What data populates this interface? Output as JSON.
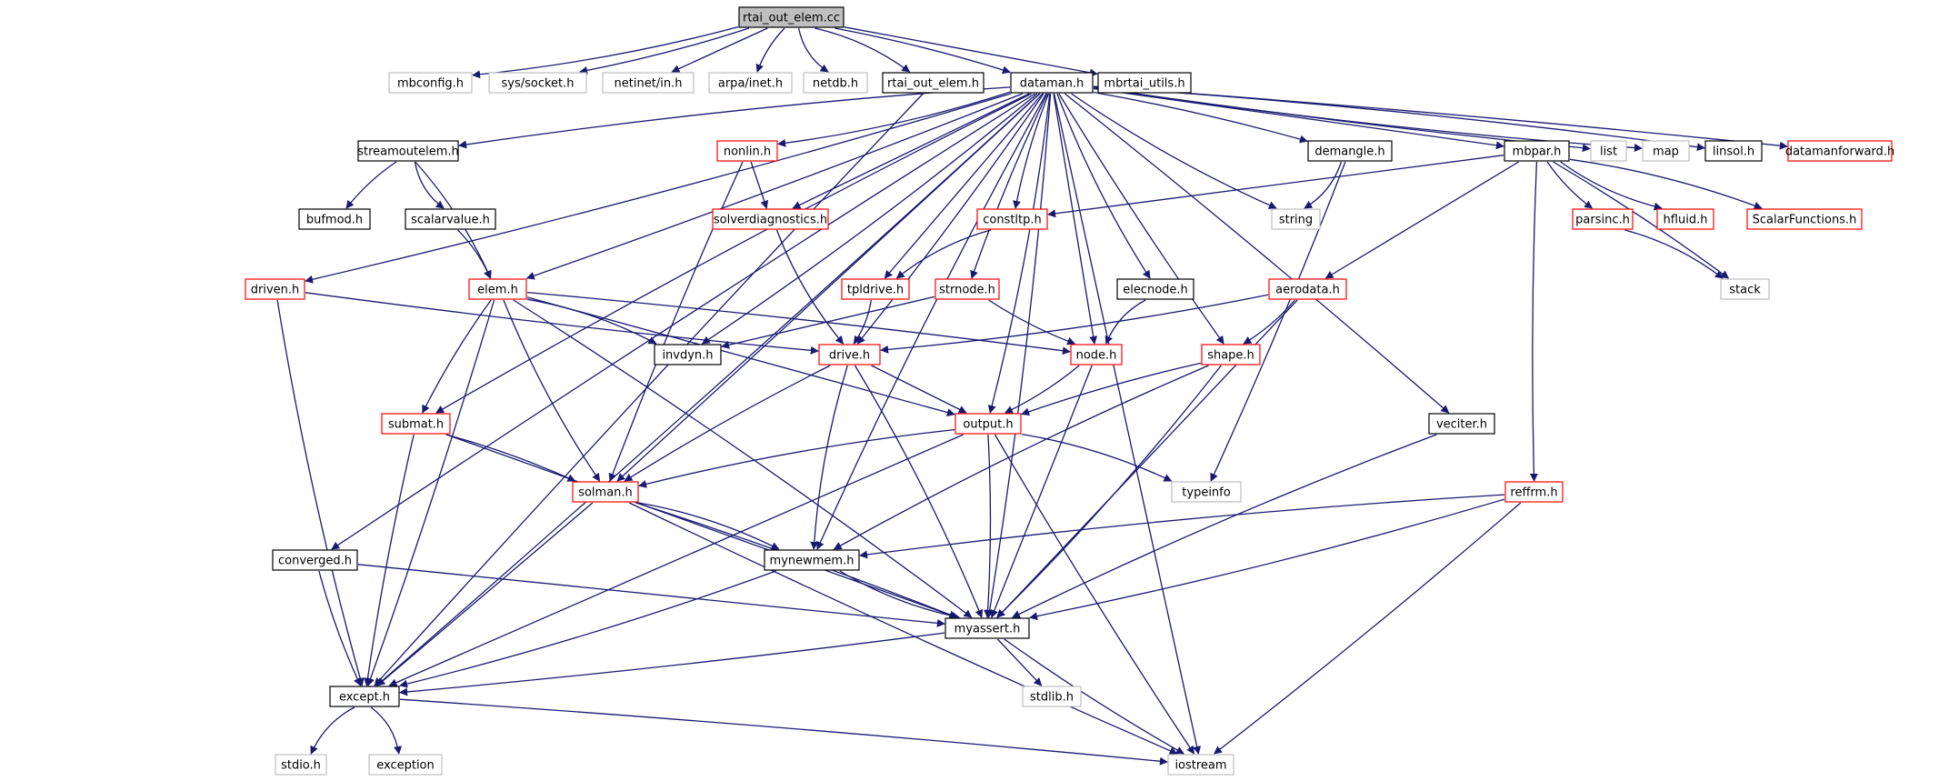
{
  "diagram": {
    "colors": {
      "edge": "#191970",
      "border_default": "#000000",
      "border_red": "#ff0000",
      "border_gray": "#bfbfbf",
      "root_fill": "#bfbfbf",
      "node_fill": "#ffffff"
    },
    "nodes": [
      {
        "id": "rtai_out_elem_cc",
        "label": "rtai_out_elem.cc",
        "style": "root"
      },
      {
        "id": "mbconfig_h",
        "label": "mbconfig.h",
        "style": "gray"
      },
      {
        "id": "sys_socket_h",
        "label": "sys/socket.h",
        "style": "gray"
      },
      {
        "id": "netinet_in_h",
        "label": "netinet/in.h",
        "style": "gray"
      },
      {
        "id": "arpa_inet_h",
        "label": "arpa/inet.h",
        "style": "gray"
      },
      {
        "id": "netdb_h",
        "label": "netdb.h",
        "style": "gray"
      },
      {
        "id": "rtai_out_elem_h",
        "label": "rtai_out_elem.h",
        "style": "black"
      },
      {
        "id": "dataman_h",
        "label": "dataman.h",
        "style": "black"
      },
      {
        "id": "mbrtai_utils_h",
        "label": "mbrtai_utils.h",
        "style": "black"
      },
      {
        "id": "streamoutelem_h",
        "label": "streamoutelem.h",
        "style": "black"
      },
      {
        "id": "nonlin_h",
        "label": "nonlin.h",
        "style": "red"
      },
      {
        "id": "demangle_h",
        "label": "demangle.h",
        "style": "black"
      },
      {
        "id": "mbpar_h",
        "label": "mbpar.h",
        "style": "black"
      },
      {
        "id": "list",
        "label": "list",
        "style": "gray"
      },
      {
        "id": "map",
        "label": "map",
        "style": "gray"
      },
      {
        "id": "linsol_h",
        "label": "linsol.h",
        "style": "black"
      },
      {
        "id": "datamanforward_h",
        "label": "datamanforward.h",
        "style": "red"
      },
      {
        "id": "bufmod_h",
        "label": "bufmod.h",
        "style": "black"
      },
      {
        "id": "scalarvalue_h",
        "label": "scalarvalue.h",
        "style": "black"
      },
      {
        "id": "solverdiagnostics_h",
        "label": "solverdiagnostics.h",
        "style": "red"
      },
      {
        "id": "constltp_h",
        "label": "constltp.h",
        "style": "red"
      },
      {
        "id": "string",
        "label": "string",
        "style": "gray"
      },
      {
        "id": "parsinc_h",
        "label": "parsinc.h",
        "style": "red"
      },
      {
        "id": "hfluid_h",
        "label": "hfluid.h",
        "style": "red"
      },
      {
        "id": "scalarfunctions_h",
        "label": "ScalarFunctions.h",
        "style": "red"
      },
      {
        "id": "driven_h",
        "label": "driven.h",
        "style": "red"
      },
      {
        "id": "elem_h",
        "label": "elem.h",
        "style": "red"
      },
      {
        "id": "tpldrive_h",
        "label": "tpldrive.h",
        "style": "red"
      },
      {
        "id": "strnode_h",
        "label": "strnode.h",
        "style": "red"
      },
      {
        "id": "elecnode_h",
        "label": "elecnode.h",
        "style": "black"
      },
      {
        "id": "aerodata_h",
        "label": "aerodata.h",
        "style": "red"
      },
      {
        "id": "stack",
        "label": "stack",
        "style": "gray"
      },
      {
        "id": "invdyn_h",
        "label": "invdyn.h",
        "style": "black"
      },
      {
        "id": "drive_h",
        "label": "drive.h",
        "style": "red"
      },
      {
        "id": "node_h",
        "label": "node.h",
        "style": "red"
      },
      {
        "id": "shape_h",
        "label": "shape.h",
        "style": "red"
      },
      {
        "id": "submat_h",
        "label": "submat.h",
        "style": "red"
      },
      {
        "id": "output_h",
        "label": "output.h",
        "style": "red"
      },
      {
        "id": "veciter_h",
        "label": "veciter.h",
        "style": "black"
      },
      {
        "id": "solman_h",
        "label": "solman.h",
        "style": "red"
      },
      {
        "id": "typeinfo",
        "label": "typeinfo",
        "style": "gray"
      },
      {
        "id": "reffrm_h",
        "label": "reffrm.h",
        "style": "red"
      },
      {
        "id": "converged_h",
        "label": "converged.h",
        "style": "black"
      },
      {
        "id": "mynewmem_h",
        "label": "mynewmem.h",
        "style": "black"
      },
      {
        "id": "myassert_h",
        "label": "myassert.h",
        "style": "black"
      },
      {
        "id": "except_h",
        "label": "except.h",
        "style": "black"
      },
      {
        "id": "stdlib_h",
        "label": "stdlib.h",
        "style": "gray"
      },
      {
        "id": "stdio_h",
        "label": "stdio.h",
        "style": "gray"
      },
      {
        "id": "exception",
        "label": "exception",
        "style": "gray"
      },
      {
        "id": "iostream",
        "label": "iostream",
        "style": "gray"
      }
    ],
    "edges": [
      [
        "rtai_out_elem_cc",
        "mbconfig_h"
      ],
      [
        "rtai_out_elem_cc",
        "sys_socket_h"
      ],
      [
        "rtai_out_elem_cc",
        "netinet_in_h"
      ],
      [
        "rtai_out_elem_cc",
        "arpa_inet_h"
      ],
      [
        "rtai_out_elem_cc",
        "netdb_h"
      ],
      [
        "rtai_out_elem_cc",
        "rtai_out_elem_h"
      ],
      [
        "rtai_out_elem_cc",
        "dataman_h"
      ],
      [
        "rtai_out_elem_cc",
        "mbrtai_utils_h"
      ],
      [
        "rtai_out_elem_h",
        "except_h"
      ],
      [
        "dataman_h",
        "streamoutelem_h"
      ],
      [
        "dataman_h",
        "nonlin_h"
      ],
      [
        "dataman_h",
        "demangle_h"
      ],
      [
        "dataman_h",
        "mbpar_h"
      ],
      [
        "dataman_h",
        "list"
      ],
      [
        "dataman_h",
        "map"
      ],
      [
        "dataman_h",
        "linsol_h"
      ],
      [
        "dataman_h",
        "datamanforward_h"
      ],
      [
        "dataman_h",
        "solverdiagnostics_h"
      ],
      [
        "dataman_h",
        "constltp_h"
      ],
      [
        "dataman_h",
        "string"
      ],
      [
        "dataman_h",
        "driven_h"
      ],
      [
        "dataman_h",
        "elem_h"
      ],
      [
        "dataman_h",
        "tpldrive_h"
      ],
      [
        "dataman_h",
        "strnode_h"
      ],
      [
        "dataman_h",
        "elecnode_h"
      ],
      [
        "dataman_h",
        "invdyn_h"
      ],
      [
        "dataman_h",
        "drive_h"
      ],
      [
        "dataman_h",
        "node_h"
      ],
      [
        "dataman_h",
        "shape_h"
      ],
      [
        "dataman_h",
        "submat_h"
      ],
      [
        "dataman_h",
        "output_h"
      ],
      [
        "dataman_h",
        "veciter_h"
      ],
      [
        "dataman_h",
        "solman_h"
      ],
      [
        "dataman_h",
        "converged_h"
      ],
      [
        "dataman_h",
        "mynewmem_h"
      ],
      [
        "dataman_h",
        "myassert_h"
      ],
      [
        "dataman_h",
        "except_h"
      ],
      [
        "dataman_h",
        "iostream"
      ],
      [
        "streamoutelem_h",
        "bufmod_h"
      ],
      [
        "streamoutelem_h",
        "scalarvalue_h"
      ],
      [
        "streamoutelem_h",
        "elem_h"
      ],
      [
        "scalarvalue_h",
        "elem_h"
      ],
      [
        "nonlin_h",
        "solverdiagnostics_h"
      ],
      [
        "nonlin_h",
        "solman_h"
      ],
      [
        "solverdiagnostics_h",
        "drive_h"
      ],
      [
        "demangle_h",
        "string"
      ],
      [
        "demangle_h",
        "typeinfo"
      ],
      [
        "mbpar_h",
        "constltp_h"
      ],
      [
        "mbpar_h",
        "parsinc_h"
      ],
      [
        "mbpar_h",
        "hfluid_h"
      ],
      [
        "mbpar_h",
        "scalarfunctions_h"
      ],
      [
        "mbpar_h",
        "stack"
      ],
      [
        "mbpar_h",
        "aerodata_h"
      ],
      [
        "mbpar_h",
        "reffrm_h"
      ],
      [
        "constltp_h",
        "tpldrive_h"
      ],
      [
        "parsinc_h",
        "stack"
      ],
      [
        "tpldrive_h",
        "drive_h"
      ],
      [
        "strnode_h",
        "invdyn_h"
      ],
      [
        "strnode_h",
        "node_h"
      ],
      [
        "elecnode_h",
        "node_h"
      ],
      [
        "aerodata_h",
        "drive_h"
      ],
      [
        "aerodata_h",
        "shape_h"
      ],
      [
        "aerodata_h",
        "myassert_h"
      ],
      [
        "driven_h",
        "drive_h"
      ],
      [
        "driven_h",
        "except_h"
      ],
      [
        "elem_h",
        "invdyn_h"
      ],
      [
        "elem_h",
        "node_h"
      ],
      [
        "elem_h",
        "output_h"
      ],
      [
        "elem_h",
        "submat_h"
      ],
      [
        "elem_h",
        "solman_h"
      ],
      [
        "elem_h",
        "myassert_h"
      ],
      [
        "elem_h",
        "except_h"
      ],
      [
        "drive_h",
        "output_h"
      ],
      [
        "drive_h",
        "solman_h"
      ],
      [
        "drive_h",
        "mynewmem_h"
      ],
      [
        "drive_h",
        "myassert_h"
      ],
      [
        "node_h",
        "output_h"
      ],
      [
        "node_h",
        "myassert_h"
      ],
      [
        "shape_h",
        "output_h"
      ],
      [
        "shape_h",
        "mynewmem_h"
      ],
      [
        "shape_h",
        "myassert_h"
      ],
      [
        "submat_h",
        "solman_h"
      ],
      [
        "submat_h",
        "myassert_h"
      ],
      [
        "submat_h",
        "except_h"
      ],
      [
        "output_h",
        "solman_h"
      ],
      [
        "output_h",
        "typeinfo"
      ],
      [
        "output_h",
        "myassert_h"
      ],
      [
        "output_h",
        "except_h"
      ],
      [
        "output_h",
        "iostream"
      ],
      [
        "veciter_h",
        "myassert_h"
      ],
      [
        "solman_h",
        "mynewmem_h"
      ],
      [
        "solman_h",
        "myassert_h"
      ],
      [
        "solman_h",
        "except_h"
      ],
      [
        "solman_h",
        "iostream"
      ],
      [
        "reffrm_h",
        "mynewmem_h"
      ],
      [
        "reffrm_h",
        "myassert_h"
      ],
      [
        "reffrm_h",
        "iostream"
      ],
      [
        "converged_h",
        "myassert_h"
      ],
      [
        "converged_h",
        "except_h"
      ],
      [
        "mynewmem_h",
        "myassert_h"
      ],
      [
        "mynewmem_h",
        "except_h"
      ],
      [
        "myassert_h",
        "except_h"
      ],
      [
        "myassert_h",
        "stdlib_h"
      ],
      [
        "myassert_h",
        "iostream"
      ],
      [
        "except_h",
        "stdio_h"
      ],
      [
        "except_h",
        "exception"
      ],
      [
        "except_h",
        "iostream"
      ]
    ]
  }
}
